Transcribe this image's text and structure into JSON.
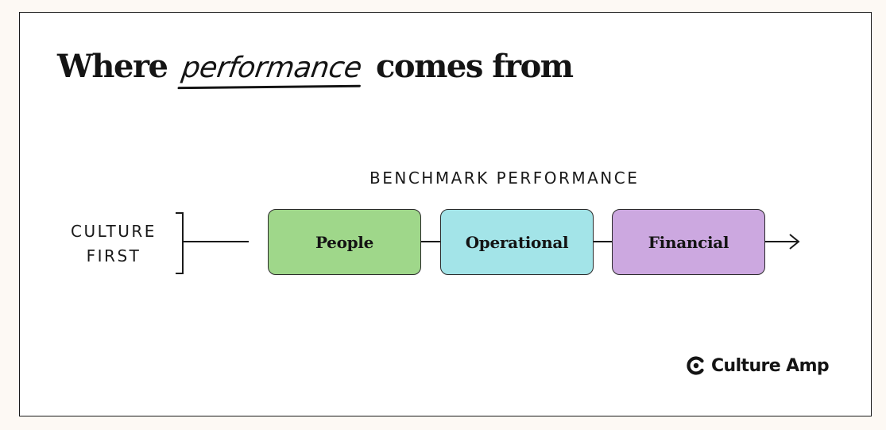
{
  "title": {
    "before": "Where",
    "script_word": "performance",
    "after": "comes from"
  },
  "diagram": {
    "section_label": "BENCHMARK PERFORMANCE",
    "left_label_line1": "CULTURE",
    "left_label_line2": "FIRST",
    "boxes": [
      {
        "label": "People",
        "color": "#9fd78a"
      },
      {
        "label": "Operational",
        "color": "#a3e4e8"
      },
      {
        "label": "Financial",
        "color": "#cca8e0"
      }
    ]
  },
  "brand": {
    "name": "Culture Amp",
    "icon": "culture-amp-logo-icon"
  },
  "colors": {
    "background": "#fdf9f4",
    "card": "#ffffff",
    "ink": "#141414"
  }
}
